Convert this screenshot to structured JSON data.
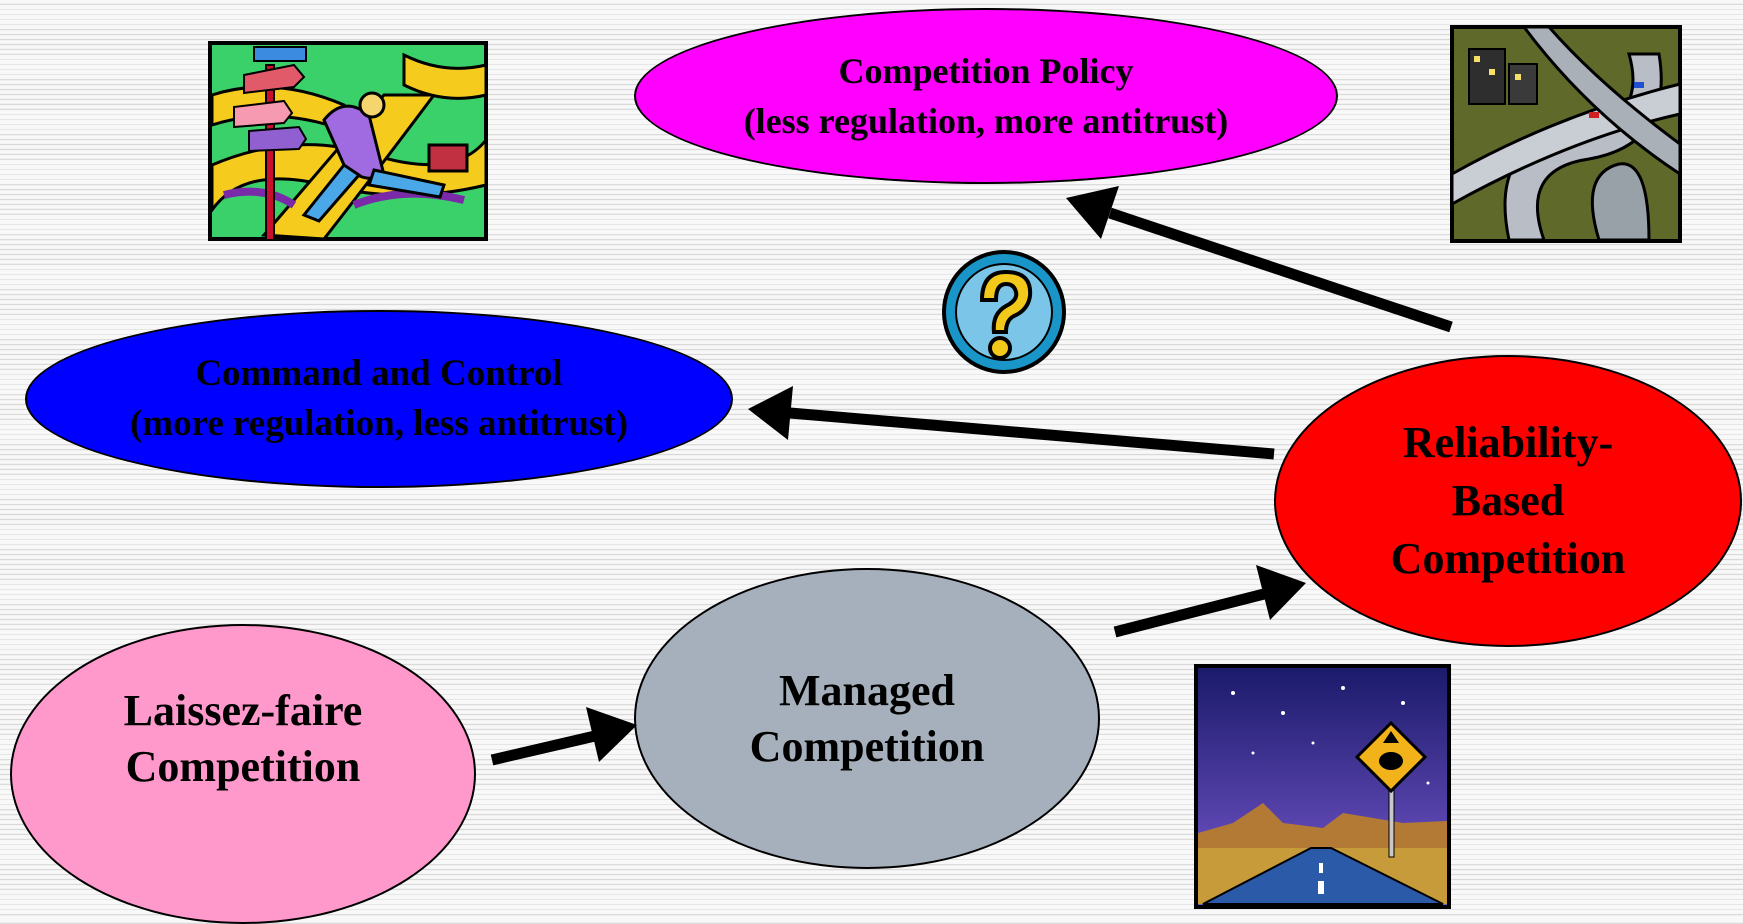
{
  "nodes": {
    "competition_policy": {
      "line1": "Competition Policy",
      "line2": "(less regulation, more antitrust)",
      "color": "#ff00ff"
    },
    "command_and_control": {
      "line1": "Command and Control",
      "line2": "(more regulation, less antitrust)",
      "color": "#0000ff"
    },
    "reliability_based": {
      "line1": "Reliability-",
      "line2": "Based",
      "line3": "Competition",
      "color": "#ff0000"
    },
    "managed": {
      "line1": "Managed",
      "line2": "Competition",
      "color": "#a6b0bc"
    },
    "laissez_faire": {
      "line1": "Laissez-faire",
      "line2": "Competition",
      "color": "#ff99cc"
    }
  },
  "edges": [
    {
      "from": "laissez_faire",
      "to": "managed"
    },
    {
      "from": "managed",
      "to": "reliability_based"
    },
    {
      "from": "reliability_based",
      "to": "command_and_control"
    },
    {
      "from": "reliability_based",
      "to": "competition_policy"
    }
  ],
  "icons": [
    "signpost-traveler-clipart",
    "highway-interchange-clipart",
    "question-mark-icon",
    "desert-road-sign-clipart"
  ]
}
